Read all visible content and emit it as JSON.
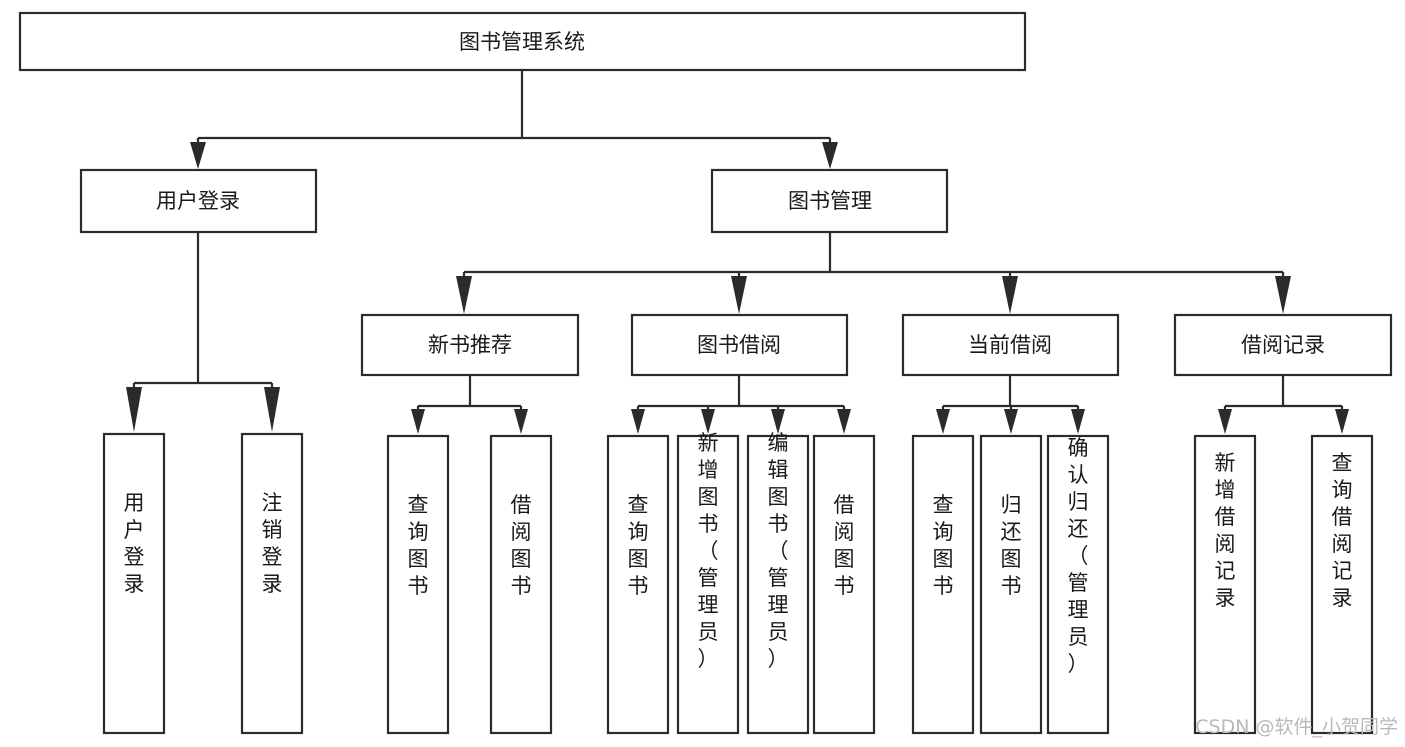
{
  "diagram": {
    "title": "图书管理系统",
    "type": "tree-hierarchy-chart",
    "orientation": "top-down",
    "colors": {
      "box_stroke": "#2b2b2b",
      "box_fill": "#ffffff",
      "text": "#1a1a1a",
      "background": "#ffffff",
      "watermark": "#b9b9b9"
    },
    "root": {
      "label": "图书管理系统"
    },
    "level1": [
      {
        "label": "用户登录"
      },
      {
        "label": "图书管理"
      }
    ],
    "level2": [
      {
        "label": "新书推荐"
      },
      {
        "label": "图书借阅"
      },
      {
        "label": "当前借阅"
      },
      {
        "label": "借阅记录"
      }
    ],
    "leaves": {
      "user_login": [
        {
          "label": "用户登录"
        },
        {
          "label": "注销登录"
        }
      ],
      "new_book_recommend": [
        {
          "label": "查询图书"
        },
        {
          "label": "借阅图书"
        }
      ],
      "book_borrow": [
        {
          "label": "查询图书"
        },
        {
          "label": "新增图书（管理员）"
        },
        {
          "label": "编辑图书（管理员）"
        },
        {
          "label": "借阅图书"
        }
      ],
      "current_borrow": [
        {
          "label": "查询图书"
        },
        {
          "label": "归还图书"
        },
        {
          "label": "确认归还（管理员）"
        }
      ],
      "borrow_record": [
        {
          "label": "新增借阅记录"
        },
        {
          "label": "查询借阅记录"
        }
      ]
    }
  },
  "watermark": {
    "text": "CSDN @软件_小贺同学"
  }
}
